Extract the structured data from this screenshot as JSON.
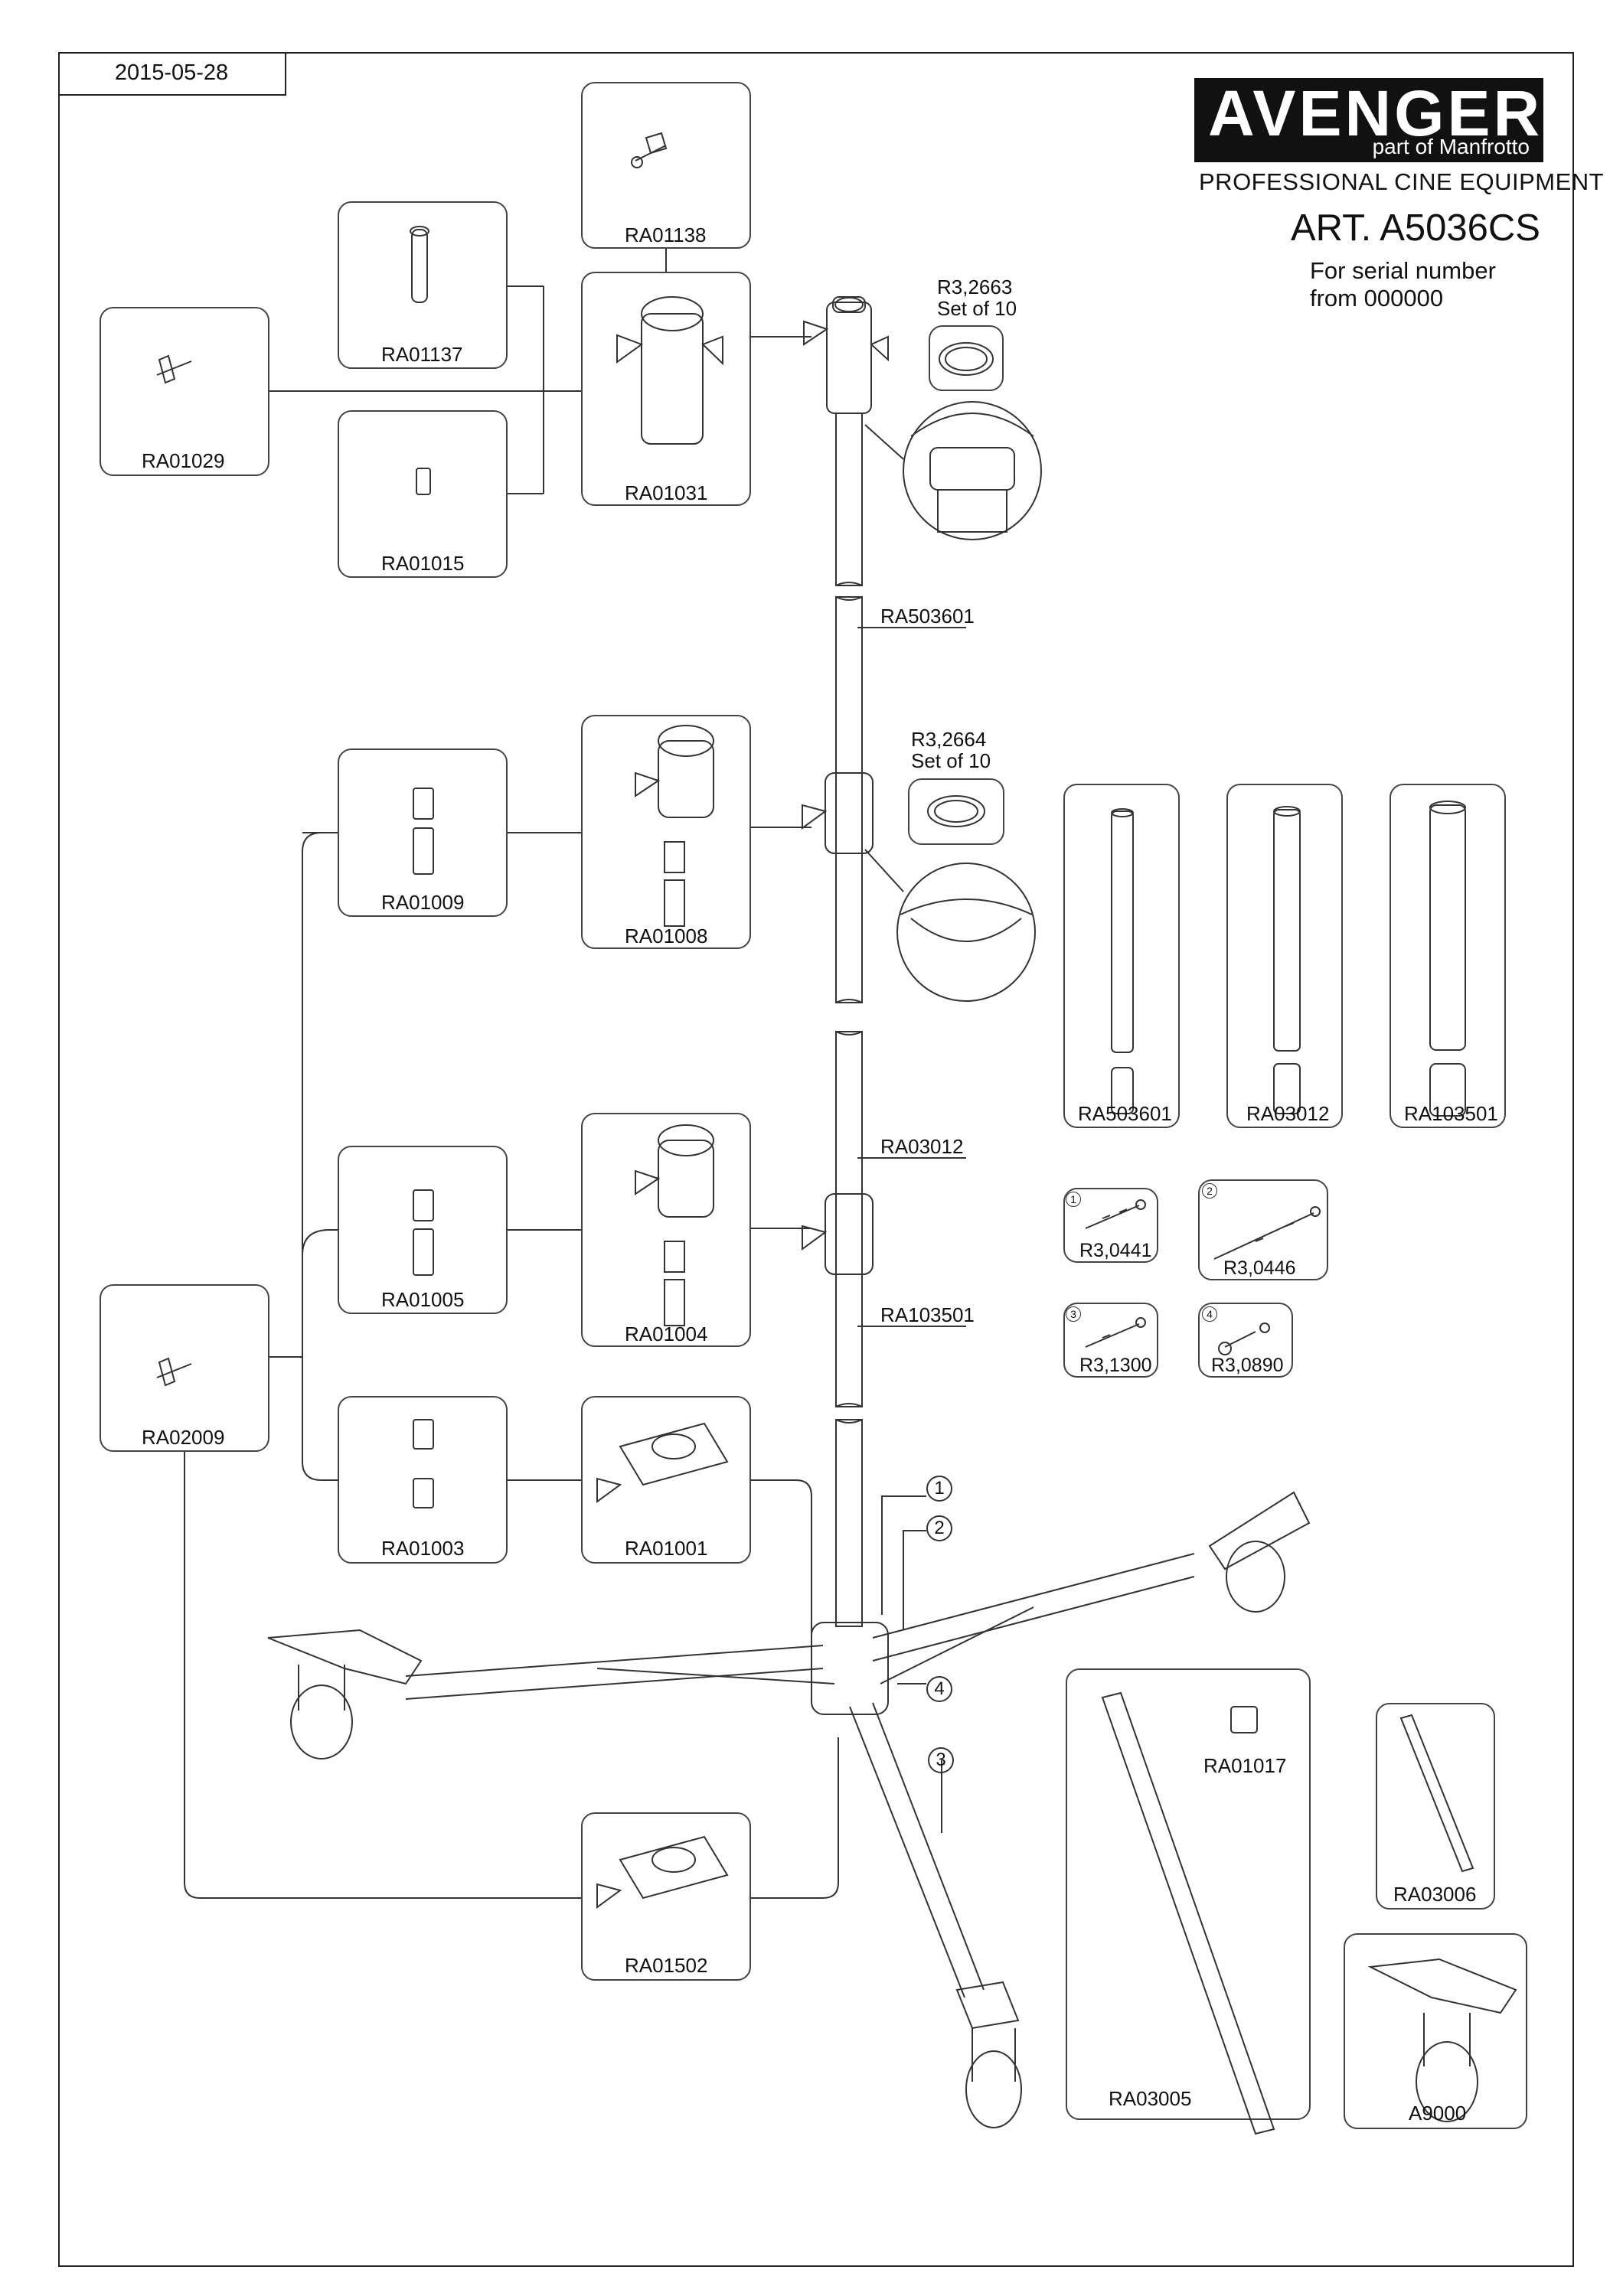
{
  "header": {
    "date": "2015-05-28",
    "brand": "AVENGER",
    "brand_sub": "part of Manfrotto",
    "tagline": "PROFESSIONAL CINE EQUIPMENT",
    "article": "ART. A5036CS",
    "serial_line1": "For serial number",
    "serial_line2": "from 000000"
  },
  "parts": {
    "ra01138": "RA01138",
    "ra01137": "RA01137",
    "ra01029": "RA01029",
    "ra01031": "RA01031",
    "ra01015": "RA01015",
    "r32663": "R3,2663",
    "r32663_set": "Set of 10",
    "ra503601_tag": "RA503601",
    "r32664": "R3,2664",
    "r32664_set": "Set of 10",
    "ra01009": "RA01009",
    "ra01008": "RA01008",
    "ra503601": "RA503601",
    "ra03012": "RA03012",
    "ra103501": "RA103501",
    "ra03012_tag": "RA03012",
    "ra103501_tag": "RA103501",
    "r30441": "R3,0441",
    "r30446": "R3,0446",
    "r31300": "R3,1300",
    "r30890": "R3,0890",
    "ra01005": "RA01005",
    "ra01004": "RA01004",
    "ra02009": "RA02009",
    "ra01003": "RA01003",
    "ra01001": "RA01001",
    "ra01017": "RA01017",
    "ra03006": "RA03006",
    "ra01502": "RA01502",
    "ra03005": "RA03005",
    "a9000": "A9000"
  },
  "callouts": {
    "c1": "1",
    "c2": "2",
    "c3": "3",
    "c4": "4"
  }
}
